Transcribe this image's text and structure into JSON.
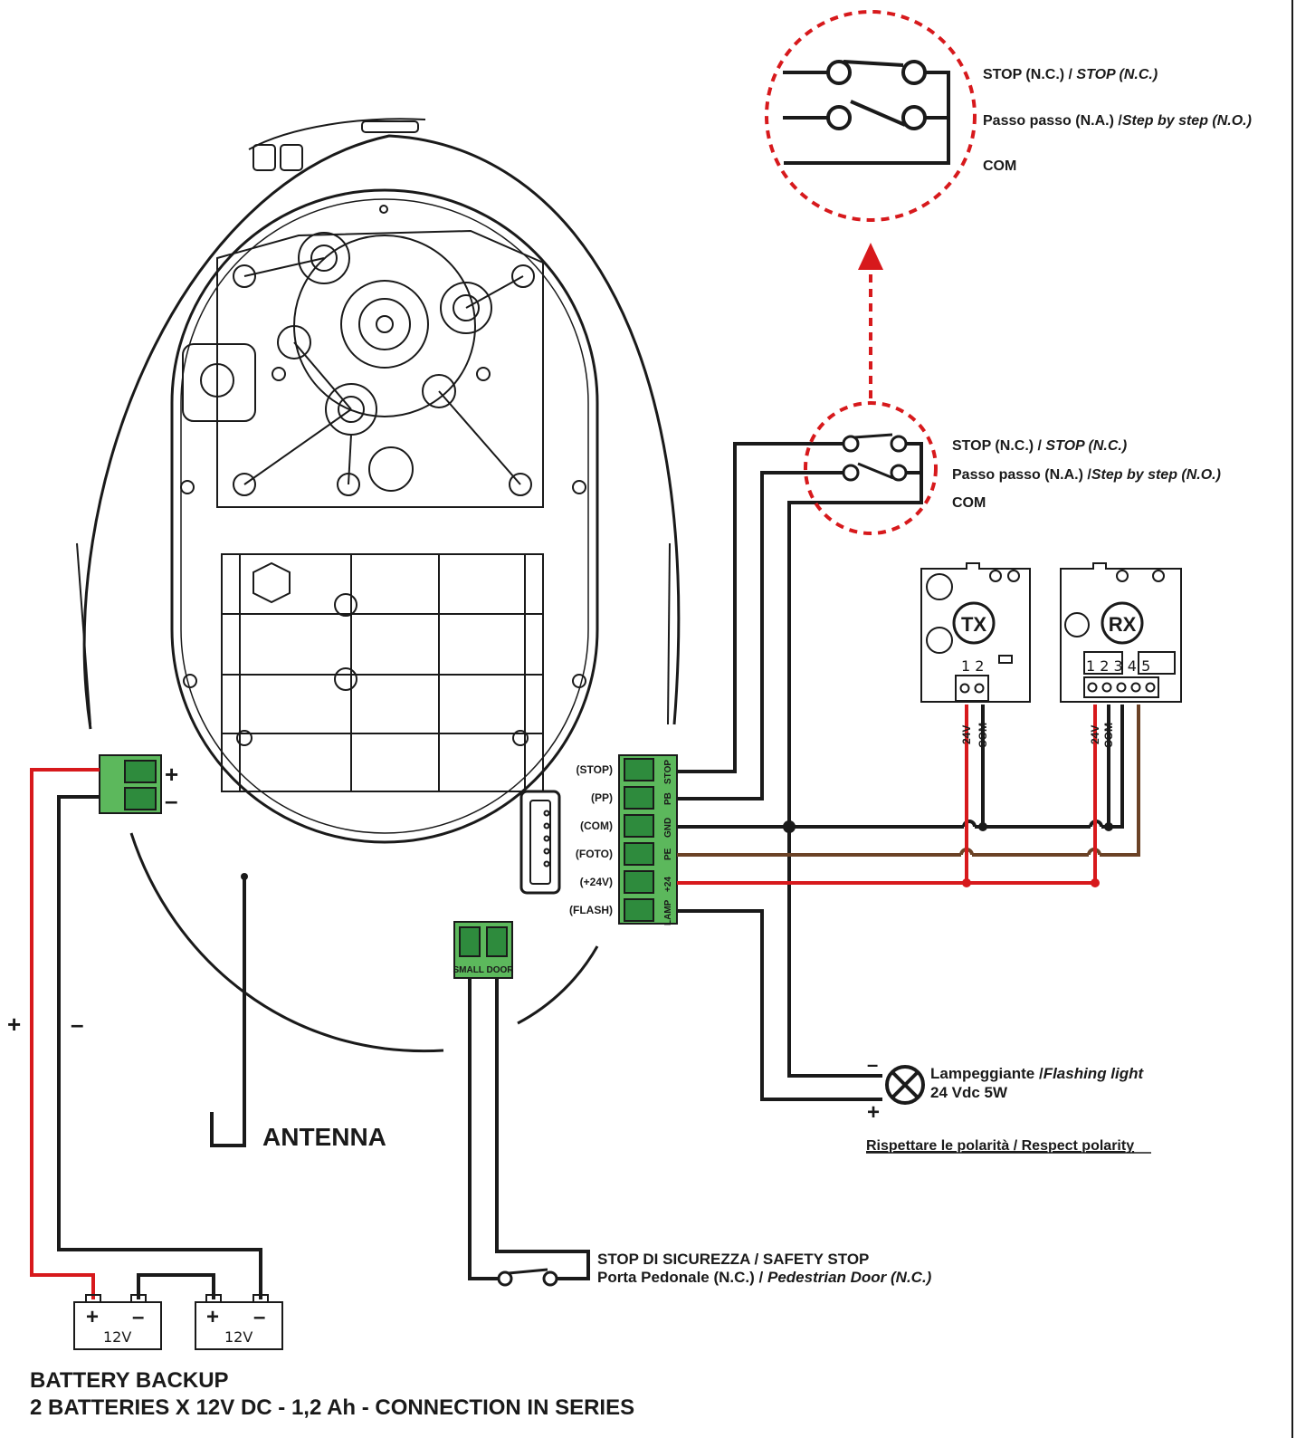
{
  "colors": {
    "wire_black": "#1a1a1a",
    "wire_red": "#d7191c",
    "wire_brown": "#6b4226",
    "terminal_green": "#5cb85c",
    "detail_circle": "#d7191c"
  },
  "detail_zoom": {
    "stop_label": "STOP (N.C.) / ",
    "stop_label_en": "STOP (N.C.)",
    "pp_label": "Passo passo (N.A.) /",
    "pp_label_en": "Step by step (N.O.)",
    "com_label": "COM"
  },
  "detail_small": {
    "stop_label": "STOP (N.C.) / ",
    "stop_label_en": "STOP (N.C.)",
    "pp_label": "Passo passo (N.A.) /",
    "pp_label_en": "Step by step (N.O.)",
    "com_label": "COM"
  },
  "terminal_block": {
    "side_labels": [
      "(STOP)",
      "(PP)",
      "(COM)",
      "(FOTO)",
      "(+24V)",
      "(FLASH)"
    ],
    "tags": [
      "STOP",
      "PB",
      "GND",
      "PE",
      "+24",
      "LAMP"
    ]
  },
  "power_terminal": {
    "plus": "+",
    "minus": "–"
  },
  "small_door_terminal": {
    "label": "SMALL DOOR"
  },
  "photocells": {
    "tx": {
      "name": "TX",
      "pins": "1 2",
      "wire_24v": "24V",
      "wire_com": "COM"
    },
    "rx": {
      "name": "RX",
      "pins": "1 2 3 4 5",
      "wire_24v": "24V",
      "wire_com": "COM"
    }
  },
  "flashing_light": {
    "label": "Lampeggiante /",
    "label_en": "Flashing light",
    "spec": "24 Vdc 5W",
    "minus": "–",
    "plus": "+",
    "polarity_note": "Rispettare le polarità / Respect polarity"
  },
  "antenna": {
    "label": "ANTENNA"
  },
  "battery_wires": {
    "plus": "+",
    "minus": "–"
  },
  "batteries": [
    {
      "plus": "+",
      "minus": "–",
      "voltage": "12V"
    },
    {
      "plus": "+",
      "minus": "–",
      "voltage": "12V"
    }
  ],
  "safety_stop": {
    "line1": "STOP DI SICUREZZA / SAFETY STOP",
    "line2": "Porta Pedonale (N.C.) / ",
    "line2_en": "Pedestrian Door (N.C.)"
  },
  "battery_backup": {
    "title": "BATTERY BACKUP",
    "subtitle": "2 BATTERIES X 12V DC  - 1,2 Ah - CONNECTION IN SERIES"
  }
}
